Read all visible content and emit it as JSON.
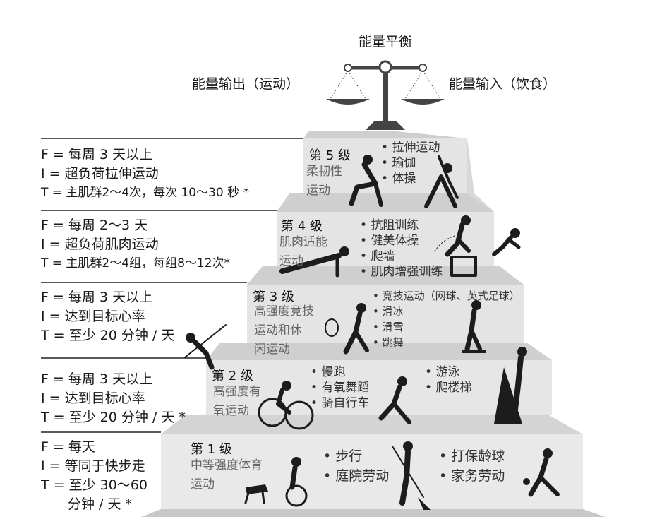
{
  "header": {
    "title": "能量平衡",
    "left_label": "能量输出（运动）",
    "right_label": "能量输入（饮食）"
  },
  "levels": [
    {
      "id": 5,
      "title": "第 5 级",
      "subtitle_lines": [
        "柔韧性",
        "运动"
      ],
      "activities": [
        "拉伸运动",
        "瑜伽",
        "体操"
      ],
      "fit": [
        "F = 每周 3 天以上",
        "I = 超负荷拉伸运动",
        "T = 主肌群2～4次，每次 10～30 秒 *"
      ]
    },
    {
      "id": 4,
      "title": "第 4 级",
      "subtitle_lines": [
        "肌肉适能",
        "运动"
      ],
      "activities": [
        "抗阻训练",
        "健美体操",
        "爬墙",
        "肌肉增强训练"
      ],
      "fit": [
        "F = 每周 2～3 天",
        "I = 超负荷肌肉运动",
        "T = 主肌群2～4组，每组8～12次*"
      ]
    },
    {
      "id": 3,
      "title": "第 3 级",
      "subtitle_lines": [
        "高强度竞技",
        "运动和休",
        "闲运动"
      ],
      "activities": [
        "竞技运动（网球、英式足球）",
        "滑冰",
        "滑雪",
        "跳舞"
      ],
      "fit": [
        "F = 每周 3 天以上",
        "I = 达到目标心率",
        "T = 至少 20 分钟 / 天"
      ]
    },
    {
      "id": 2,
      "title": "第 2 级",
      "subtitle_lines": [
        "高强度有",
        "氧运动"
      ],
      "activities": [
        "慢跑",
        "有氧舞蹈",
        "骑自行车"
      ],
      "activities2": [
        "游泳",
        "爬楼梯"
      ],
      "fit": [
        "F = 每周 3 天以上",
        "I = 达到目标心率",
        "T = 至少 20 分钟 / 天 *"
      ]
    },
    {
      "id": 1,
      "title": "第 1 级",
      "subtitle_lines": [
        "中等强度体育",
        "运动"
      ],
      "activities": [
        "步行",
        "庭院劳动"
      ],
      "activities2": [
        "打保龄球",
        "家务劳动"
      ],
      "fit": [
        "F = 每天",
        "I = 等同于快步走",
        "T = 至少 30～60",
        "　　分钟 / 天 *"
      ]
    }
  ]
}
